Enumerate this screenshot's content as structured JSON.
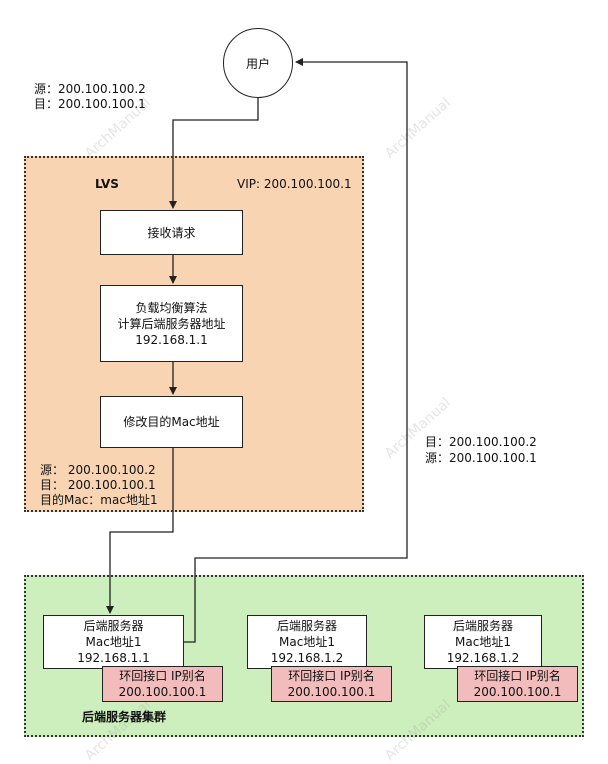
{
  "watermark": "ArchManual",
  "user": {
    "label": "用户"
  },
  "request_packet": {
    "src": "源：200.100.100.2",
    "dst": "目：200.100.100.1"
  },
  "lvs": {
    "title": "LVS",
    "vip": "VIP: 200.100.100.1",
    "steps": {
      "receive": "接收请求",
      "balance_line1": "负载均衡算法",
      "balance_line2": "计算后端服务器地址",
      "balance_line3": "192.168.1.1",
      "modify_mac": "修改目的Mac地址"
    },
    "forward_packet": {
      "src": "源：  200.100.100.2",
      "dst": "目：  200.100.100.1",
      "mac": "目的Mac：mac地址1"
    }
  },
  "response_packet": {
    "dst": "目：200.100.100.2",
    "src": "源：200.100.100.1"
  },
  "backend": {
    "title": "后端服务器集群",
    "servers": [
      {
        "name": "后端服务器",
        "mac": "Mac地址1",
        "ip": "192.168.1.1",
        "alias_line1": "环回接口 IP别名",
        "alias_line2": "200.100.100.1"
      },
      {
        "name": "后端服务器",
        "mac": "Mac地址1",
        "ip": "192.168.1.2",
        "alias_line1": "环回接口 IP别名",
        "alias_line2": "200.100.100.1"
      },
      {
        "name": "后端服务器",
        "mac": "Mac地址1",
        "ip": "192.168.1.2",
        "alias_line1": "环回接口 IP别名",
        "alias_line2": "200.100.100.1"
      }
    ]
  },
  "colors": {
    "lvs_fill": "#f8d4b2",
    "backend_fill": "#cdeebd",
    "alias_fill": "#f2bcbc",
    "line": "#222222"
  }
}
